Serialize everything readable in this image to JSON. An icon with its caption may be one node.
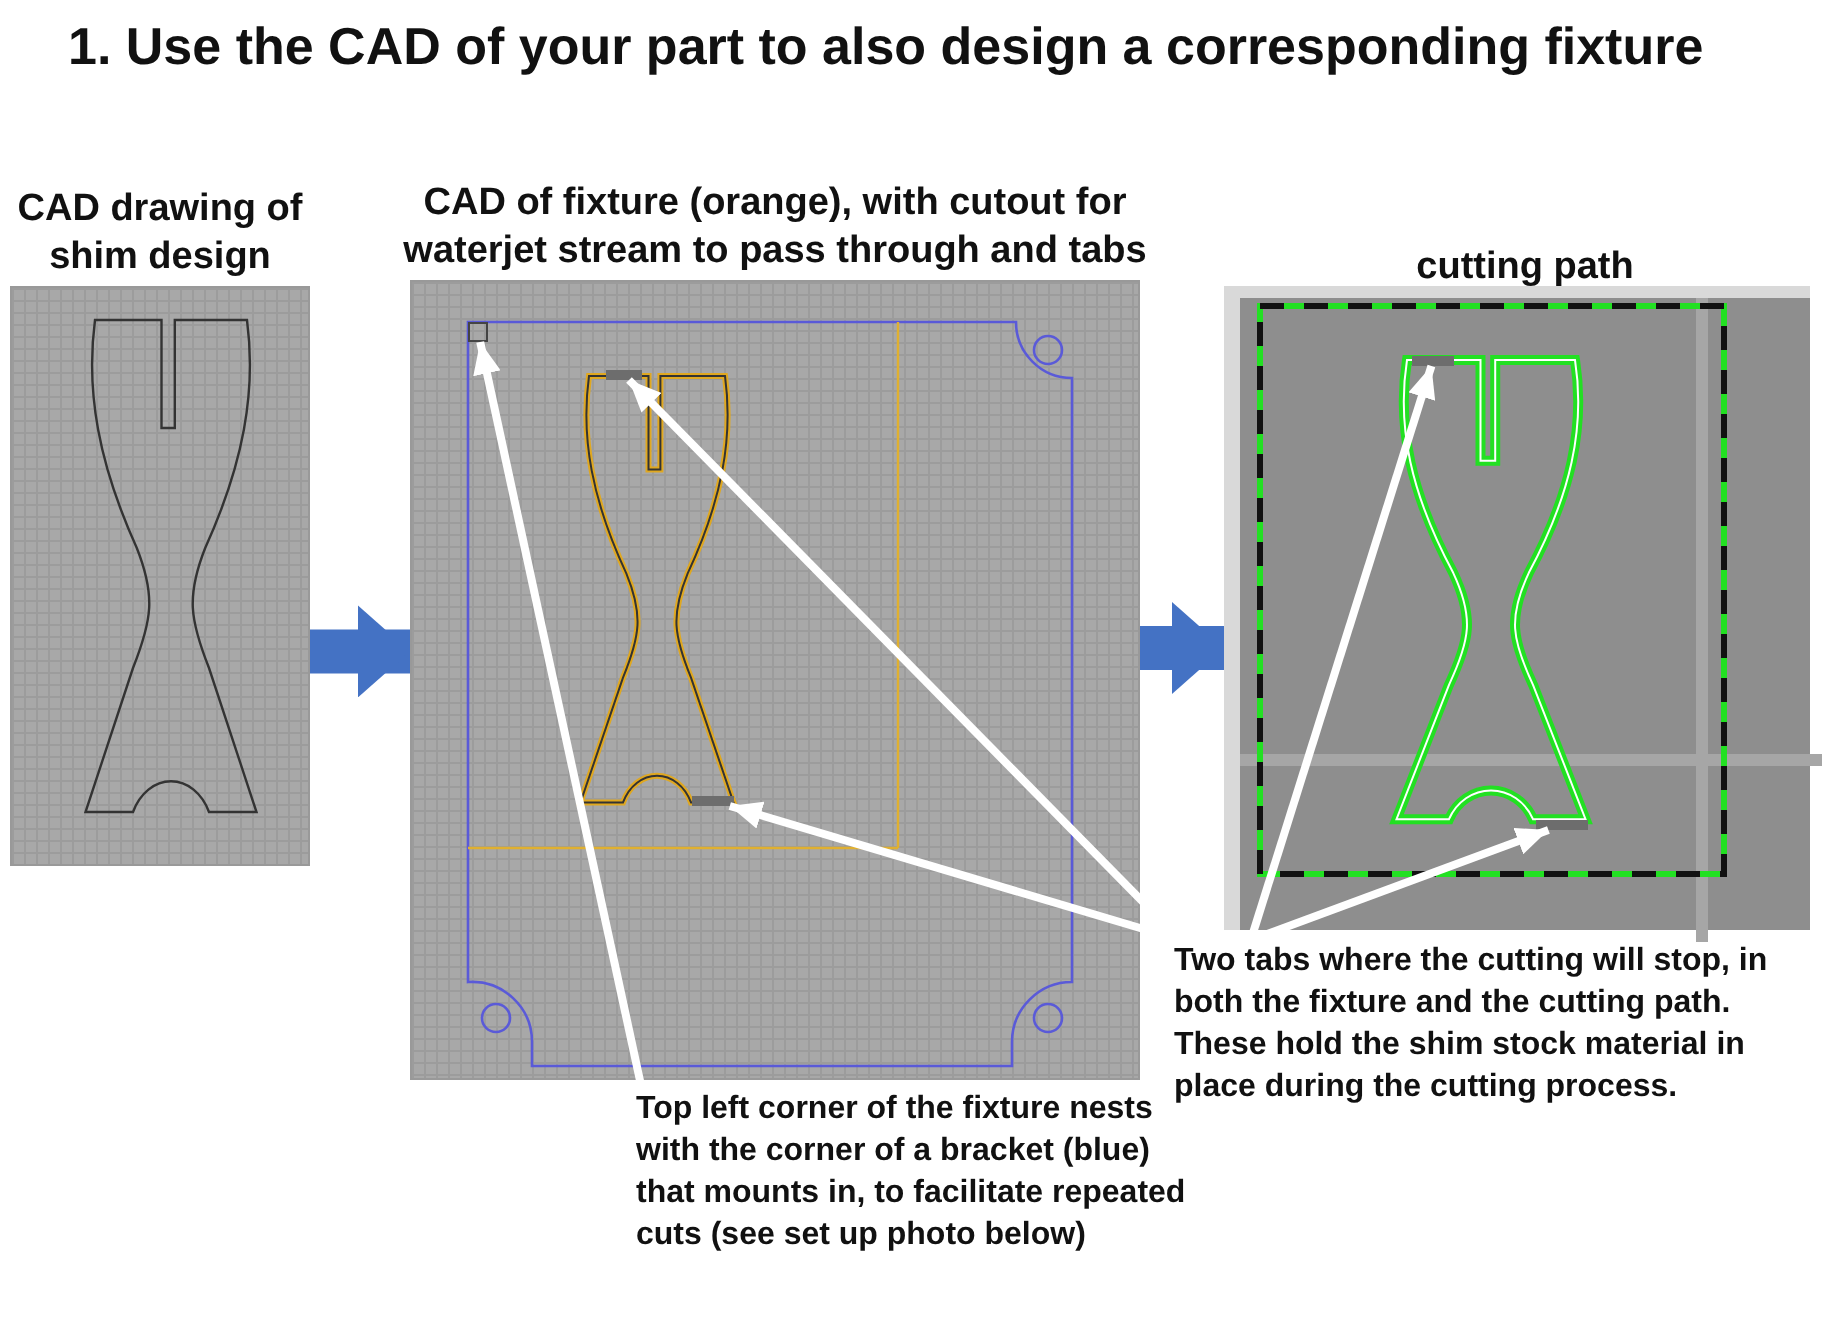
{
  "diagram": {
    "title": "1. Use the CAD of your part to also design a corresponding fixture",
    "nodes": [
      {
        "text": [
          "CAD drawing of shim design"
        ]
      },
      {
        "text": [
          "CAD of fixture (orange), with cutout for waterjet stream to pass through and tabs"
        ]
      },
      {
        "text": [
          "cutting path"
        ]
      },
      {
        "text": [
          "Top left corner of the fixture nests with the corner of a bracket (blue) that mounts in, to facilitate repeated cuts (see set up photo below)"
        ]
      },
      {
        "text": [],
        "shape": "box",
        "in": 1
      },
      {
        "text": [
          "Two tabs where the cutting will stop, in both the fixture and the cutting path. These hold the shim stock material in place during the cutting process."
        ]
      },
      {
        "text": [],
        "shape": "bar",
        "in": 1
      },
      {
        "text": [],
        "shape": "bar",
        "in": 1
      },
      {
        "text": [],
        "shape": "bar",
        "in": 2
      },
      {
        "text": [],
        "shape": "bar",
        "in": 2
      }
    ],
    "edges": [
      {
        "from": 0,
        "to": 1,
        "arrow": "to",
        "style": "thick",
        "color": "#4472c4"
      },
      {
        "from": 1,
        "to": 2,
        "arrow": "to",
        "style": "thick",
        "color": "#4472c4"
      },
      {
        "from": 3,
        "to": 4,
        "arrow": "to"
      },
      {
        "from": 5,
        "to": 6,
        "arrow": "to"
      },
      {
        "from": 5,
        "to": 7,
        "arrow": "to"
      },
      {
        "from": 5,
        "to": 8,
        "arrow": "to"
      },
      {
        "from": 5,
        "to": 9,
        "arrow": "to"
      }
    ]
  }
}
